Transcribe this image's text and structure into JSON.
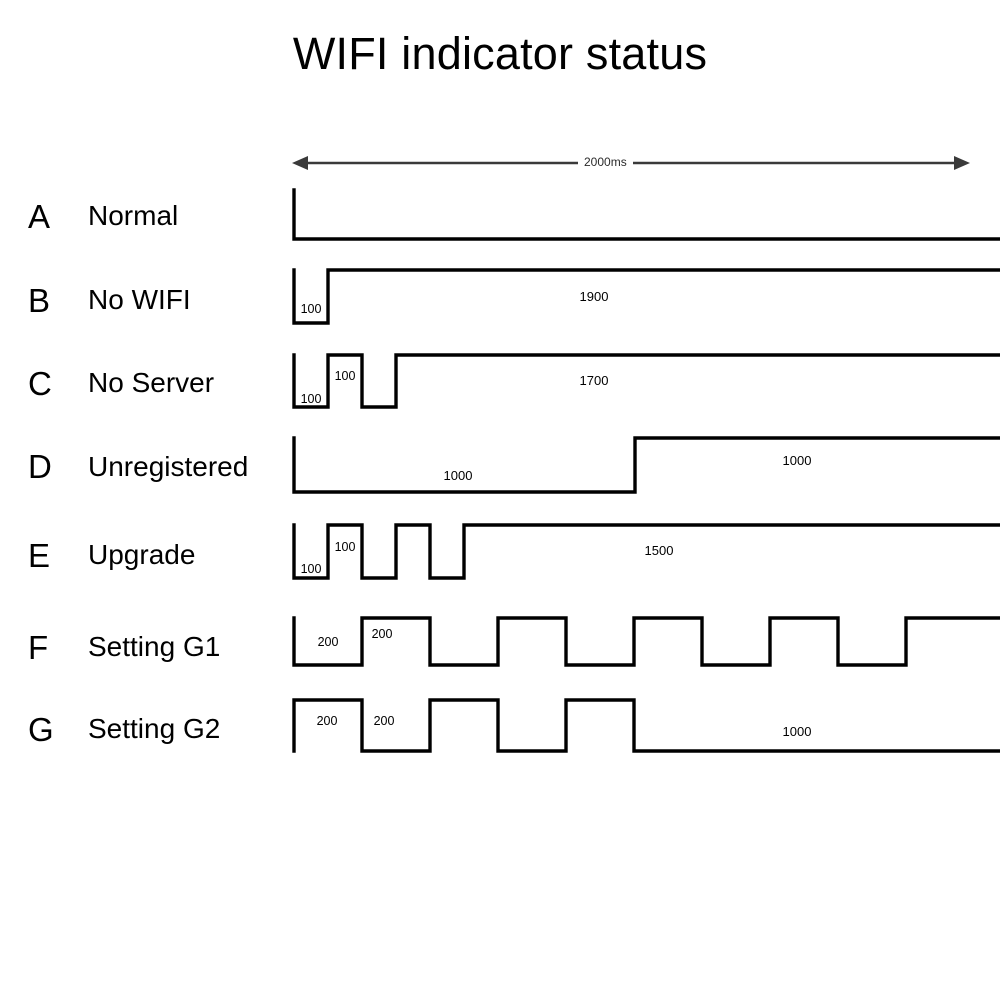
{
  "page": {
    "title": "WIFI indicator status",
    "background_color": "#ffffff",
    "line_color": "#000000",
    "axis_color": "#3a3a3a"
  },
  "axis": {
    "label": "2000ms",
    "total_ms": 2000,
    "arrow_left_icon": "arrow-left-icon",
    "arrow_right_icon": "arrow-right-icon"
  },
  "rows": [
    {
      "letter": "A",
      "label": "Normal",
      "segments": [
        {
          "level": "low",
          "ms": 2000,
          "caption": ""
        }
      ],
      "start_level": "high",
      "captions": []
    },
    {
      "letter": "B",
      "label": "No WIFI",
      "segments": [
        {
          "level": "low",
          "ms": 100,
          "caption": "100"
        },
        {
          "level": "high",
          "ms": 1900,
          "caption": "1900"
        }
      ],
      "captions": [
        "100",
        "1900"
      ]
    },
    {
      "letter": "C",
      "label": "No Server",
      "segments": [
        {
          "level": "low",
          "ms": 100,
          "caption": "100"
        },
        {
          "level": "high",
          "ms": 100,
          "caption": "100"
        },
        {
          "level": "low",
          "ms": 100,
          "caption": ""
        },
        {
          "level": "high",
          "ms": 1700,
          "caption": "1700"
        }
      ],
      "captions": [
        "100",
        "100",
        "1700"
      ]
    },
    {
      "letter": "D",
      "label": "Unregistered",
      "segments": [
        {
          "level": "low",
          "ms": 1000,
          "caption": "1000"
        },
        {
          "level": "high",
          "ms": 1000,
          "caption": "1000"
        }
      ],
      "captions": [
        "1000",
        "1000"
      ]
    },
    {
      "letter": "E",
      "label": "Upgrade",
      "segments": [
        {
          "level": "low",
          "ms": 100,
          "caption": "100"
        },
        {
          "level": "high",
          "ms": 100,
          "caption": "100"
        },
        {
          "level": "low",
          "ms": 100,
          "caption": ""
        },
        {
          "level": "high",
          "ms": 100,
          "caption": ""
        },
        {
          "level": "low",
          "ms": 100,
          "caption": ""
        },
        {
          "level": "high",
          "ms": 1500,
          "caption": "1500"
        }
      ],
      "captions": [
        "100",
        "100",
        "1500"
      ]
    },
    {
      "letter": "F",
      "label": "Setting G1",
      "segments": [
        {
          "level": "low",
          "ms": 200,
          "caption": "200"
        },
        {
          "level": "high",
          "ms": 200,
          "caption": "200"
        },
        {
          "level": "low",
          "ms": 200,
          "caption": ""
        },
        {
          "level": "high",
          "ms": 200,
          "caption": ""
        },
        {
          "level": "low",
          "ms": 200,
          "caption": ""
        },
        {
          "level": "high",
          "ms": 200,
          "caption": ""
        },
        {
          "level": "low",
          "ms": 200,
          "caption": ""
        },
        {
          "level": "high",
          "ms": 200,
          "caption": ""
        },
        {
          "level": "low",
          "ms": 200,
          "caption": ""
        },
        {
          "level": "high",
          "ms": 200,
          "caption": ""
        }
      ],
      "captions": [
        "200",
        "200"
      ]
    },
    {
      "letter": "G",
      "label": "Setting G2",
      "segments": [
        {
          "level": "high",
          "ms": 200,
          "caption": "200"
        },
        {
          "level": "low",
          "ms": 200,
          "caption": "200"
        },
        {
          "level": "high",
          "ms": 200,
          "caption": ""
        },
        {
          "level": "low",
          "ms": 200,
          "caption": ""
        },
        {
          "level": "high",
          "ms": 200,
          "caption": ""
        },
        {
          "level": "low",
          "ms": 1000,
          "caption": "1000"
        }
      ],
      "captions": [
        "200",
        "200",
        "1000"
      ]
    }
  ],
  "chart_data": {
    "type": "line",
    "title": "WIFI indicator status",
    "xlabel": "2000ms",
    "ylabel": "",
    "xlim": [
      0,
      2000
    ],
    "grid": false,
    "legend": "none",
    "series": [
      {
        "name": "A Normal",
        "transitions_ms": [
          0
        ],
        "start_level": 1,
        "note": "falls to low at 0, stays low 2000ms"
      },
      {
        "name": "B No WIFI",
        "transitions_ms": [
          0,
          100
        ],
        "start_level": 1,
        "note": "low 100, high 1900"
      },
      {
        "name": "C No Server",
        "transitions_ms": [
          0,
          100,
          200,
          300
        ],
        "start_level": 1,
        "note": "low 100, high 100, low 100, high 1700"
      },
      {
        "name": "D Unregistered",
        "transitions_ms": [
          0,
          1000
        ],
        "start_level": 1,
        "note": "low 1000, high 1000"
      },
      {
        "name": "E Upgrade",
        "transitions_ms": [
          0,
          100,
          200,
          300,
          400,
          500
        ],
        "start_level": 1,
        "note": "low 100, high 100, low 100, high 100, low 100, high 1500"
      },
      {
        "name": "F Setting G1",
        "transitions_ms": [
          0,
          200,
          400,
          600,
          800,
          1000,
          1200,
          1400,
          1600,
          1800
        ],
        "start_level": 1,
        "note": "200ms square wave for full 2000ms"
      },
      {
        "name": "G Setting G2",
        "transitions_ms": [
          200,
          400,
          600,
          800,
          1000
        ],
        "start_level": 1,
        "note": "high 200, low 200, high 200, low 200, high 200, low 1000"
      }
    ]
  }
}
